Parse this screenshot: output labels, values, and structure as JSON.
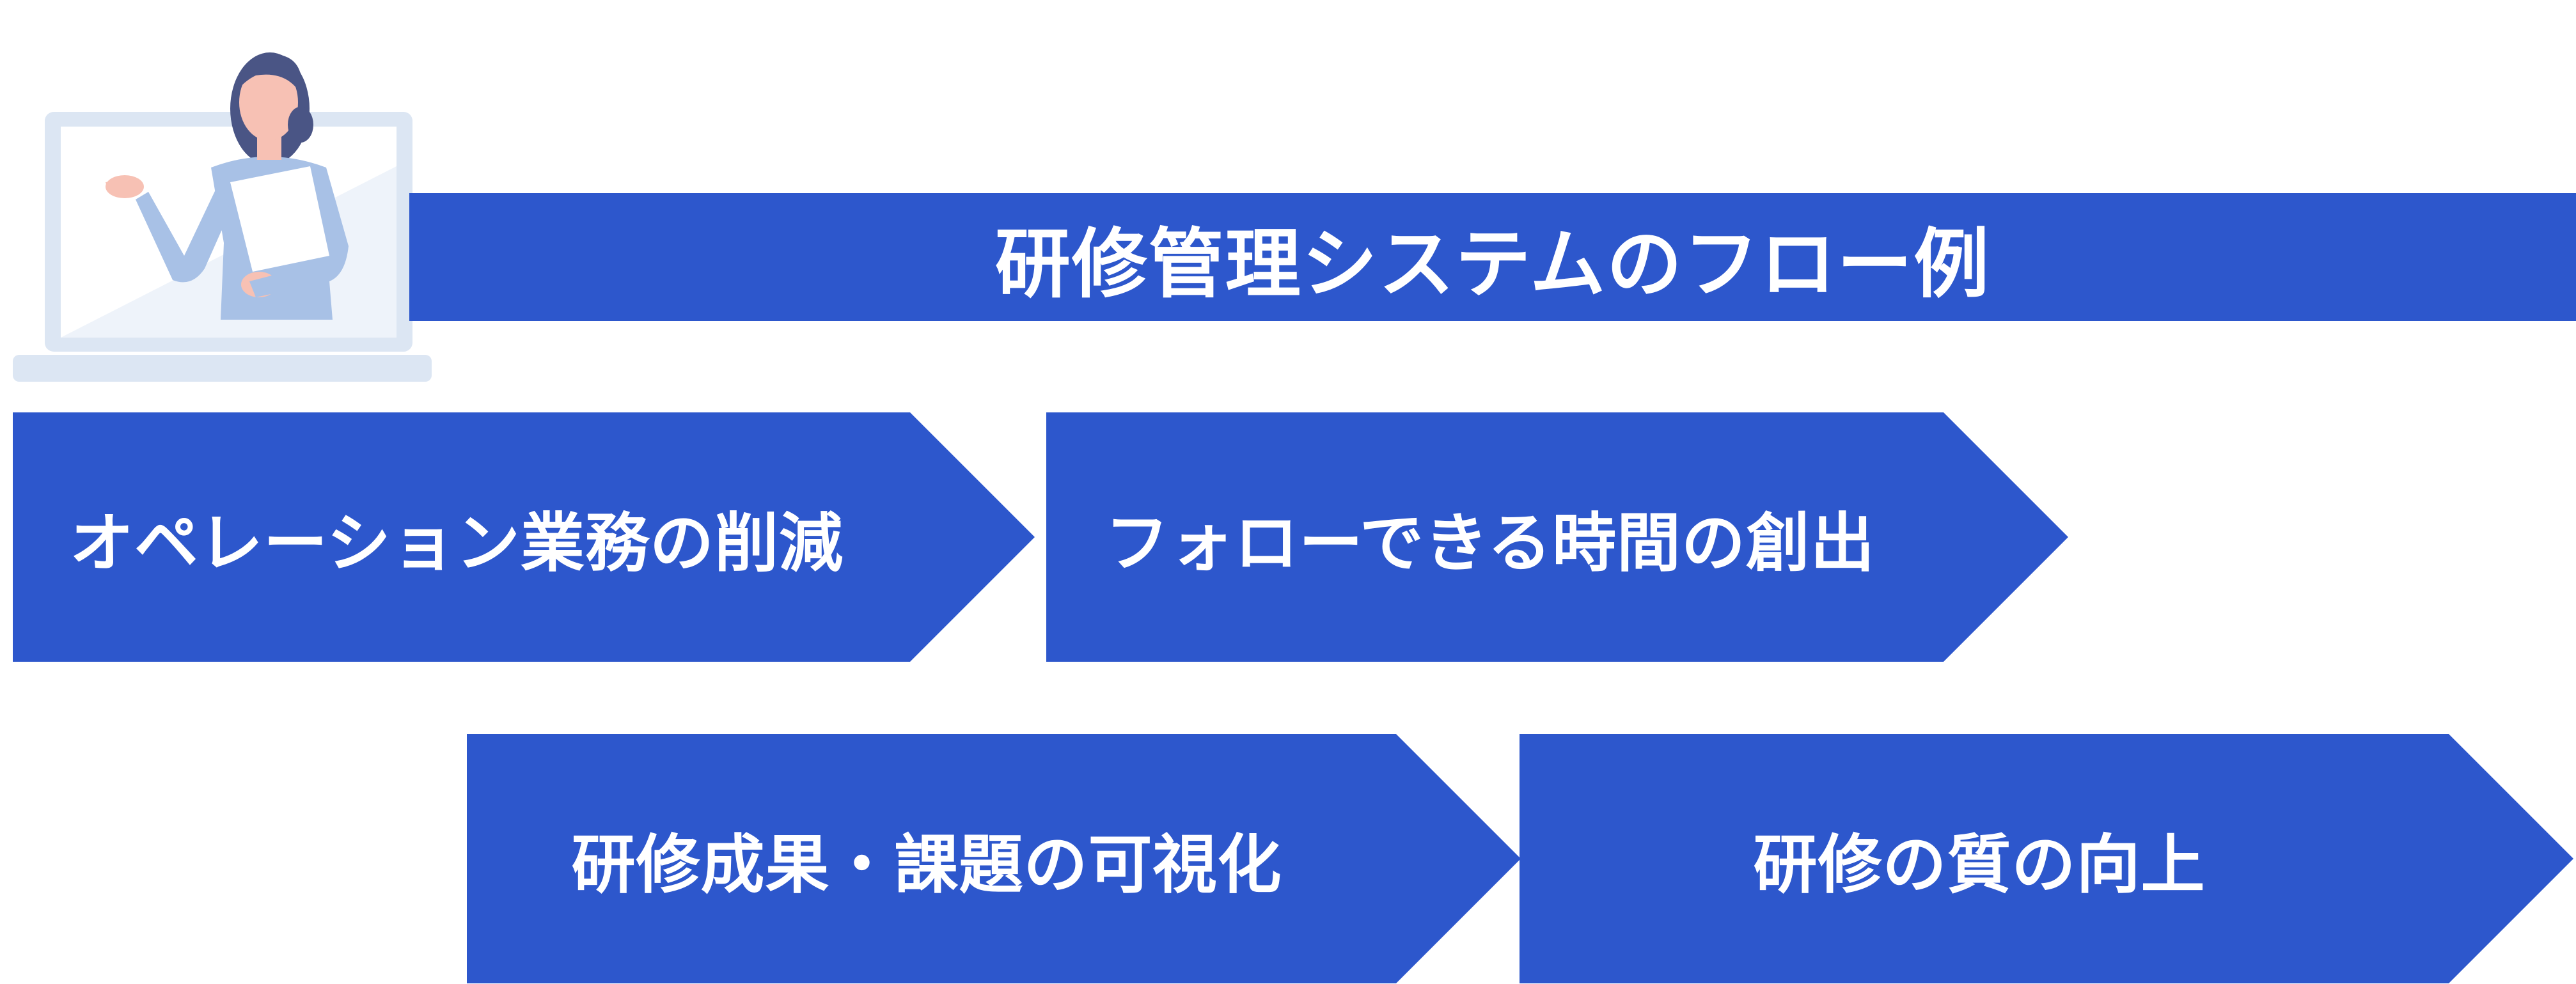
{
  "title": "研修管理システムのフロー例",
  "colors": {
    "primary_blue": "#2d57cc",
    "laptop_light": "#dce6f3",
    "hair": "#4a5585",
    "skin": "#f7c1b4",
    "shirt": "#a8c1e6"
  },
  "flow_steps": [
    {
      "label": "オペレーション業務の削減"
    },
    {
      "label": "フォローできる時間の創出"
    },
    {
      "label": "研修成果・課題の可視化"
    },
    {
      "label": "研修の質の向上"
    }
  ]
}
